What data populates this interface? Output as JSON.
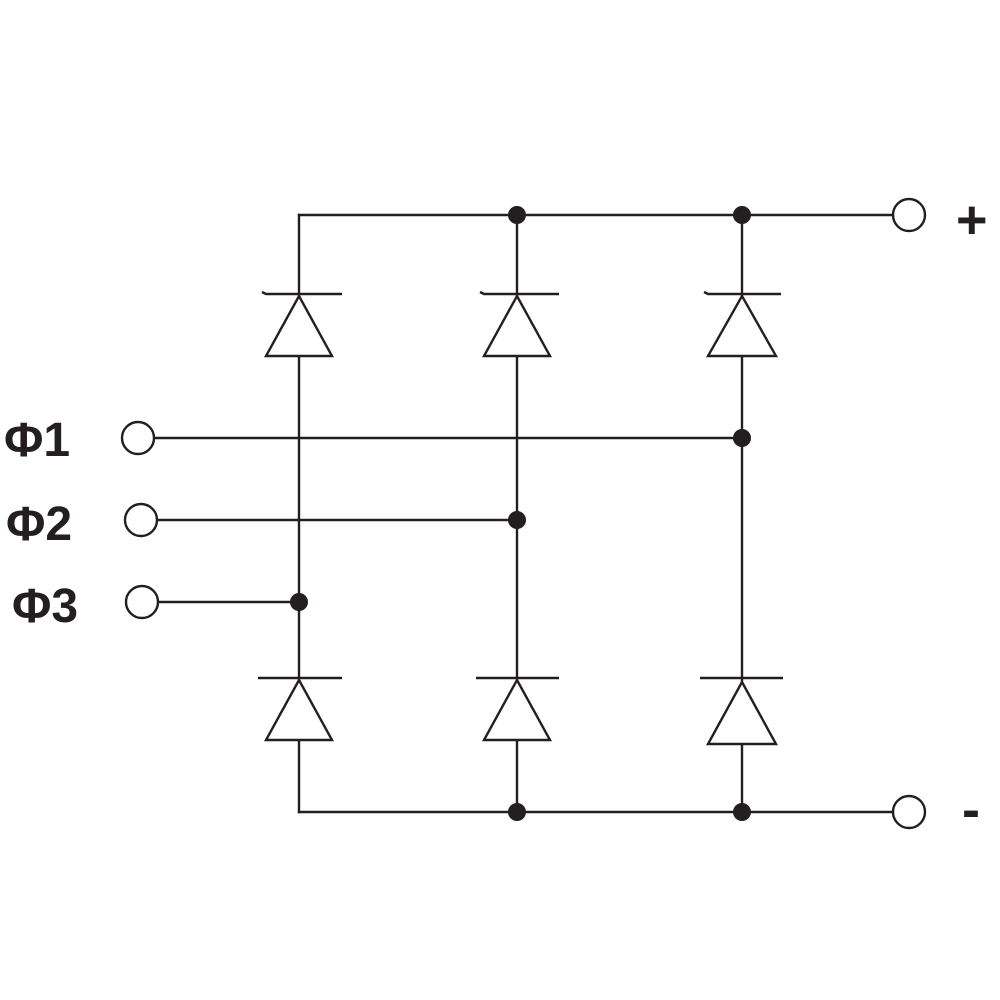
{
  "labels": {
    "phase1": "Φ1",
    "phase2": "Φ2",
    "phase3": "Φ3",
    "positive": "+",
    "negative": "-"
  },
  "colors": {
    "ink": "#231f20",
    "background": "#ffffff"
  }
}
